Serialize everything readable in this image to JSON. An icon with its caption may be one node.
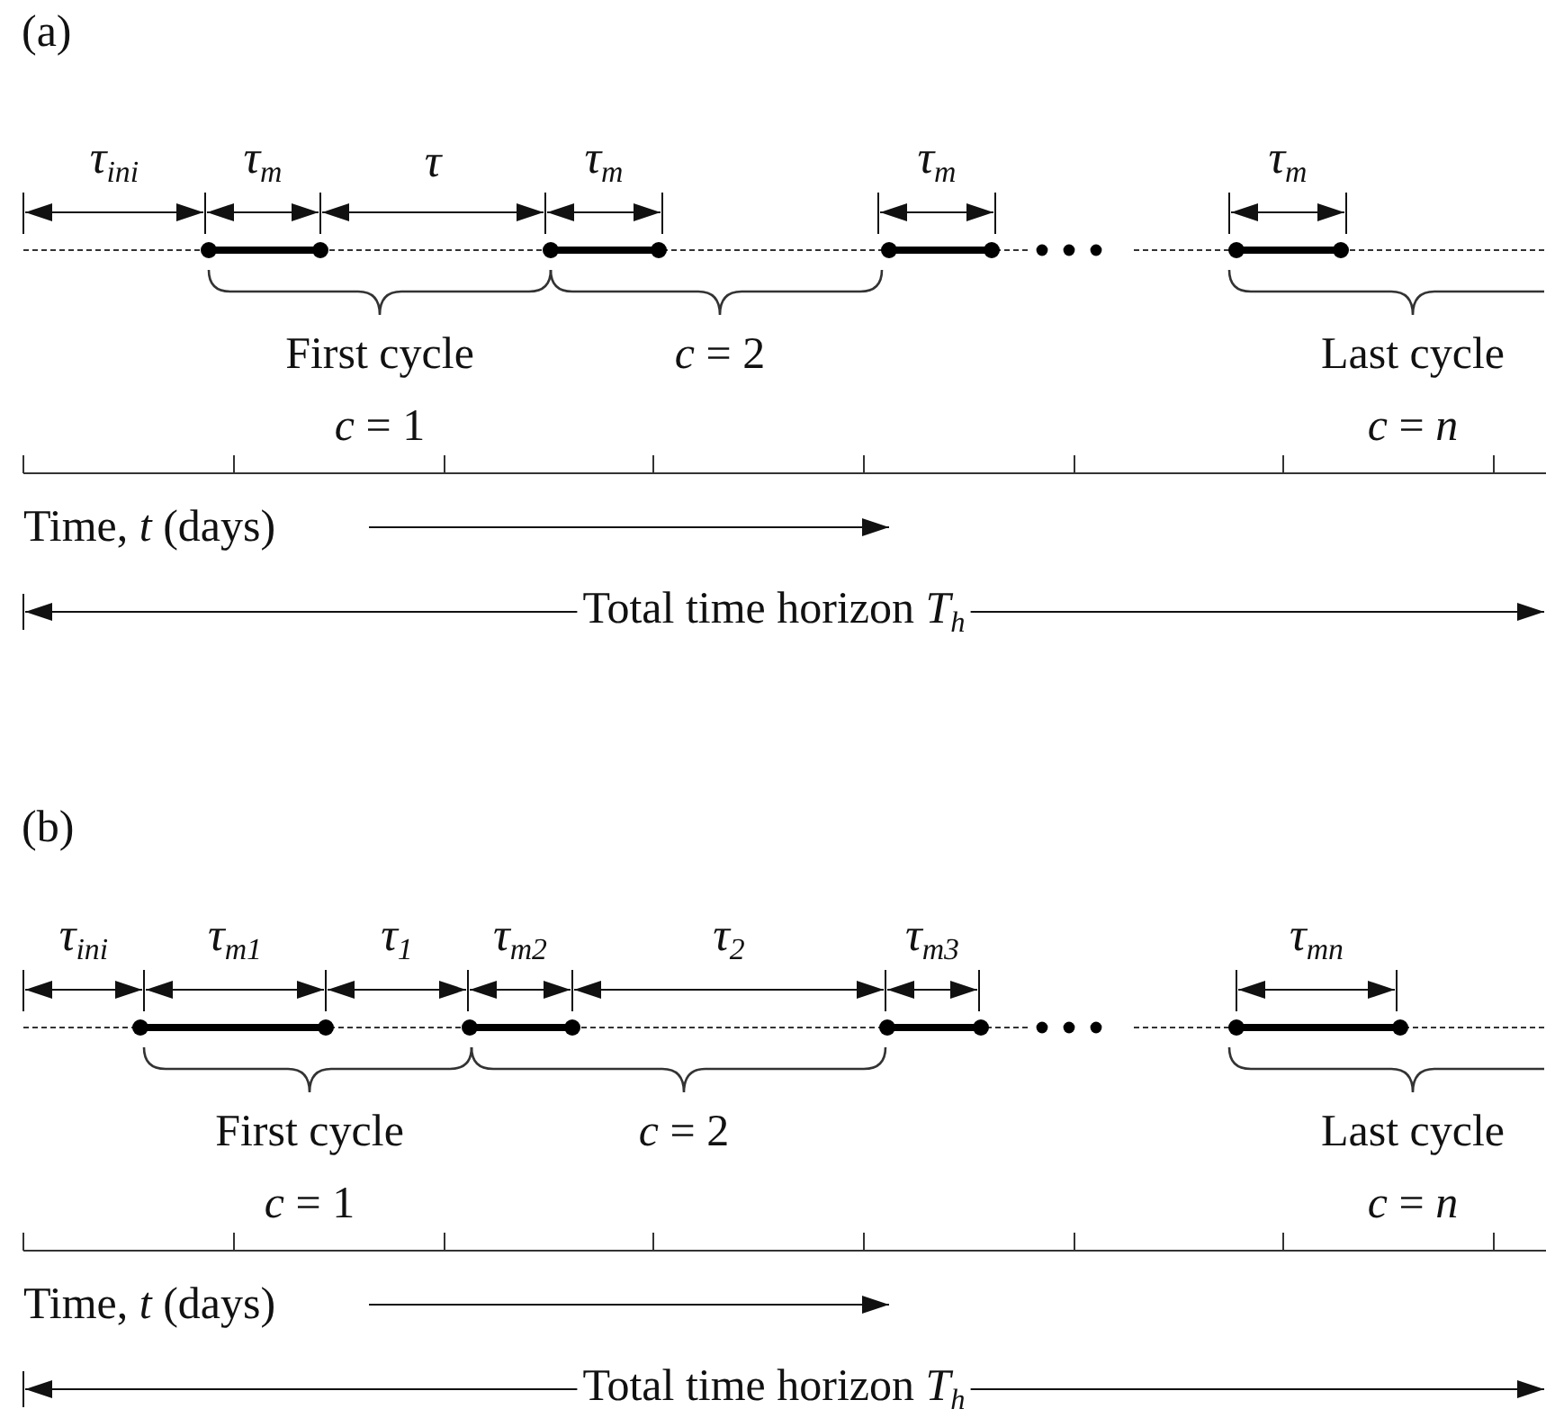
{
  "diagram": {
    "labels": [
      "(a)",
      "τ$_{ini}$",
      "τ$_{m}$",
      "τ",
      "τ$_{m}$",
      "τ$_{m}$",
      "τ$_{m}$",
      "First cycle",
      "*c* = 2",
      "Last cycle",
      "*c* = 1",
      "*c* = *n*",
      "Time, *t* (days)",
      "Total time horizon *T*$_{h}$",
      "(b)",
      "τ$_{ini}$",
      "τ$_{m1}$",
      "τ$_{1}$",
      "τ$_{m2}$",
      "τ$_{2}$",
      "τ$_{m3}$",
      "τ$_{mn}$",
      "First cycle",
      "*c* = 2",
      "Last cycle",
      "*c* = 1",
      "*c* = *n*",
      "Time, *t* (days)",
      "Total time horizon *T*$_{h}$"
    ]
  }
}
